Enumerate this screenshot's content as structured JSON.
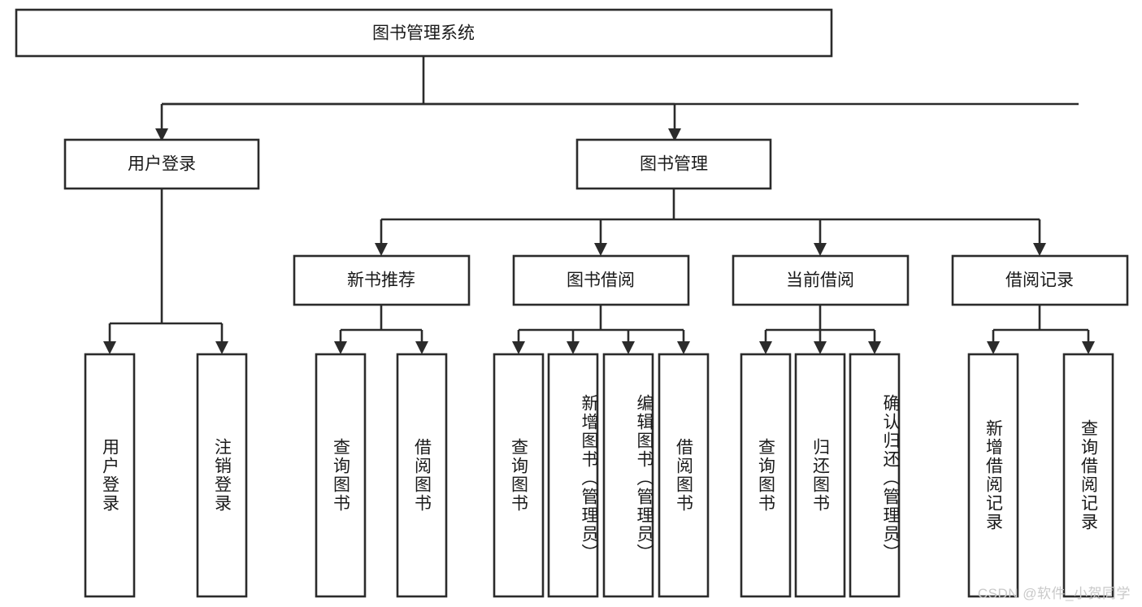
{
  "diagram": {
    "type": "tree-hierarchy",
    "title": "图书管理系统",
    "watermark": "CSDN @软件_小贺同学",
    "colors": {
      "stroke": "#2b2b2b",
      "fill": "#ffffff",
      "text": "#1a1a1a",
      "watermark": "#c9c9c9",
      "background": "#ffffff"
    },
    "root": {
      "label": "图书管理系统"
    },
    "level2": [
      {
        "label": "用户登录"
      },
      {
        "label": "图书管理"
      }
    ],
    "level3": [
      {
        "label": "新书推荐"
      },
      {
        "label": "图书借阅"
      },
      {
        "label": "当前借阅"
      },
      {
        "label": "借阅记录"
      }
    ],
    "leaves": {
      "user_login": [
        {
          "label": "用户登录"
        },
        {
          "label": "注销登录"
        }
      ],
      "new_book_recommend": [
        {
          "label": "查询图书"
        },
        {
          "label": "借阅图书"
        }
      ],
      "book_borrow": [
        {
          "label": "查询图书"
        },
        {
          "label": "新增图书（管理员）"
        },
        {
          "label": "编辑图书（管理员）"
        },
        {
          "label": "借阅图书"
        }
      ],
      "current_borrow": [
        {
          "label": "查询图书"
        },
        {
          "label": "归还图书"
        },
        {
          "label": "确认归还（管理员）"
        }
      ],
      "borrow_record": [
        {
          "label": "新增借阅记录"
        },
        {
          "label": "查询借阅记录"
        }
      ]
    }
  }
}
